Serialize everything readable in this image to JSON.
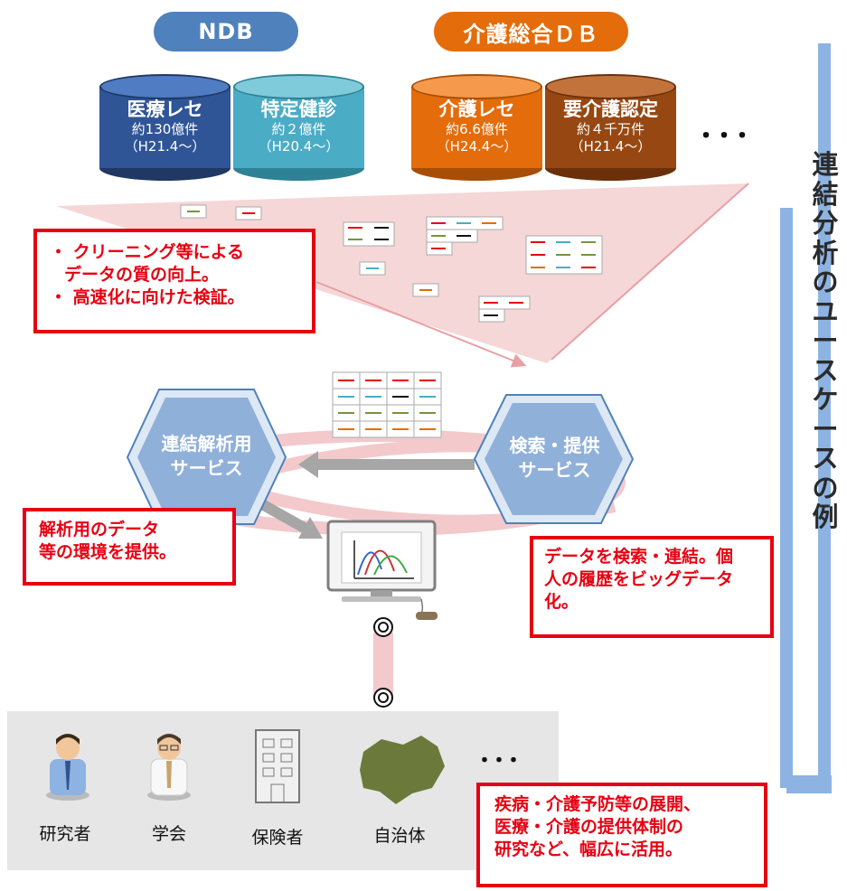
{
  "headers": {
    "ndb": "NDB",
    "kaigo_db": "介護総合ＤＢ"
  },
  "databases": [
    {
      "title": "医療レセ",
      "count": "約130億件",
      "period": "（H21.4～）"
    },
    {
      "title": "特定健診",
      "count": "約２億件",
      "period": "（H20.4～）"
    },
    {
      "title": "介護レセ",
      "count": "約6.6億件",
      "period": "（H24.4～）"
    },
    {
      "title": "要介護認定",
      "count": "約４千万件",
      "period": "（H21.4～）"
    }
  ],
  "ellipsis_db": "・・・",
  "note_quality": {
    "line1": "・ クリーニング等による",
    "line2": "データの質の向上。",
    "line3": "・ 高速化に向けた検証。"
  },
  "services": {
    "analysis": [
      "連結解析用",
      "サービス"
    ],
    "search": [
      "検索・提供",
      "サービス"
    ]
  },
  "note_env": {
    "line1": "解析用のデータ",
    "line2": "等の環境を提供。"
  },
  "note_link": {
    "line1": "データを検索・連結。個",
    "line2": "人の履歴をビッグデータ",
    "line3": "化。"
  },
  "users": [
    {
      "label": "研究者",
      "icon": "researcher-icon"
    },
    {
      "label": "学会",
      "icon": "doctor-icon"
    },
    {
      "label": "保険者",
      "icon": "building-icon"
    },
    {
      "label": "自治体",
      "icon": "map-icon"
    }
  ],
  "ellipsis_users": "・・・",
  "note_use": {
    "line1": "疾病・介護予防等の展開、",
    "line2": "医療・介護の提供体制の",
    "line3": "研究など、幅広に活用。"
  },
  "vertical_title": [
    "連",
    "結",
    "分",
    "析",
    "の",
    "ユ",
    "ー",
    "ス",
    "ケ",
    "ー",
    "ス",
    "の",
    "例"
  ],
  "colors": {
    "ndb": "#4f81bd",
    "kaigo": "#e46c0a",
    "red": "#e60012",
    "side_bar": "#8db3e2",
    "funnel": "#f5d7d7"
  }
}
